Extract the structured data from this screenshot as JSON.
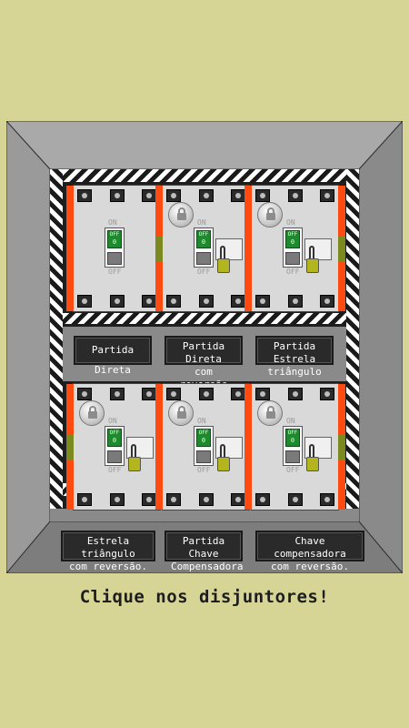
{
  "breakers": [
    {
      "id": "b1",
      "on_label": "ON",
      "off_label": "OFF",
      "knob_text": "OFF",
      "knob_digit": "0",
      "locked": false
    },
    {
      "id": "b2",
      "on_label": "ON",
      "off_label": "OFF",
      "knob_text": "OFF",
      "knob_digit": "0",
      "locked": true
    },
    {
      "id": "b3",
      "on_label": "ON",
      "off_label": "OFF",
      "knob_text": "OFF",
      "knob_digit": "0",
      "locked": true
    },
    {
      "id": "b4",
      "on_label": "ON",
      "off_label": "OFF",
      "knob_text": "OFF",
      "knob_digit": "0",
      "locked": true
    },
    {
      "id": "b5",
      "on_label": "ON",
      "off_label": "OFF",
      "knob_text": "OFF",
      "knob_digit": "0",
      "locked": true
    },
    {
      "id": "b6",
      "on_label": "ON",
      "off_label": "OFF",
      "knob_text": "OFF",
      "knob_digit": "0",
      "locked": true
    }
  ],
  "labels": {
    "l1": "Partida Direta",
    "l2": "Partida Direta\ncom reversão",
    "l3": "Partida Estrela\ntriângulo",
    "l4": "Estrela triângulo\ncom reversão.",
    "l5": "Partida Chave\nCompensadora",
    "l6": "Chave compensadora\ncom reversão."
  },
  "footer": "Clique nos disjuntores!",
  "colors": {
    "background": "#d6d596",
    "rail": "#ff4a12",
    "knob": "#1e8a2e",
    "padlock": "#b3b51e"
  }
}
